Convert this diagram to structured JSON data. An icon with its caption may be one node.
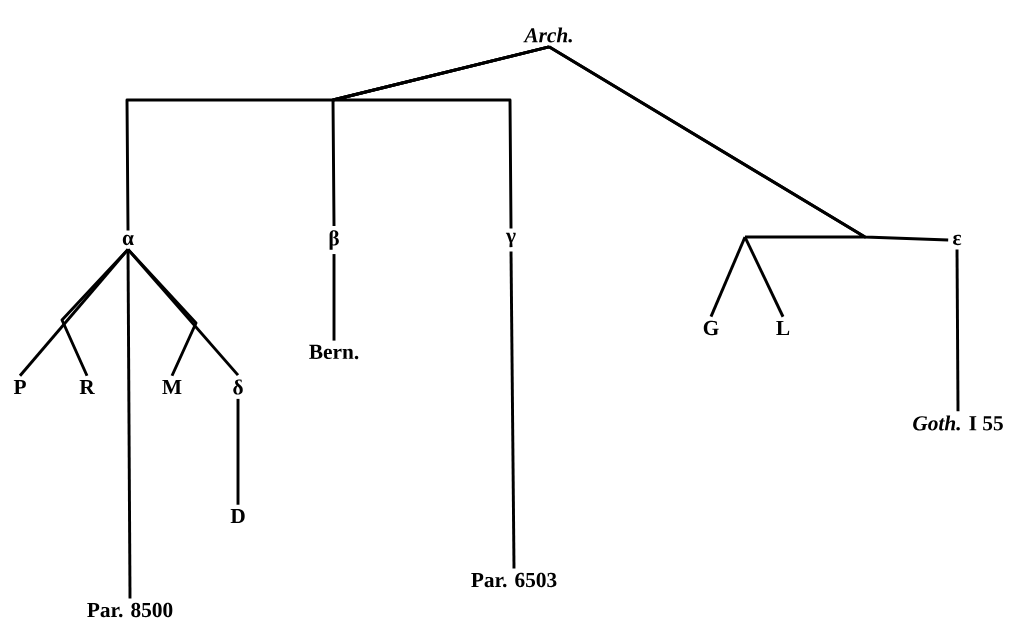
{
  "diagram": {
    "nodes": [
      {
        "text": [
          "Arch."
        ]
      },
      {
        "text": [
          "α"
        ]
      },
      {
        "text": [
          "β"
        ]
      },
      {
        "text": [
          "γ"
        ]
      },
      {
        "text": [
          "ε"
        ]
      },
      {
        "text": [
          "P"
        ]
      },
      {
        "text": [
          "R"
        ]
      },
      {
        "text": [
          "M"
        ]
      },
      {
        "text": [
          "δ"
        ]
      },
      {
        "text": [
          "Bern."
        ]
      },
      {
        "text": [
          "G"
        ]
      },
      {
        "text": [
          "L"
        ]
      },
      {
        "text": [
          "Par. 8500"
        ]
      },
      {
        "text": [
          "D"
        ]
      },
      {
        "text": [
          "Par. 6503"
        ]
      },
      {
        "text": [
          "*Goth.* I 55"
        ]
      }
    ],
    "edges": [
      {
        "from": 0,
        "to": 1,
        "arrow": "none"
      },
      {
        "from": 0,
        "to": 2,
        "arrow": "none"
      },
      {
        "from": 0,
        "to": 3,
        "arrow": "none"
      },
      {
        "from": 0,
        "to": 10,
        "arrow": "none"
      },
      {
        "from": 0,
        "to": 11,
        "arrow": "none"
      },
      {
        "from": 0,
        "to": 4,
        "arrow": "none"
      },
      {
        "from": 1,
        "to": 5,
        "arrow": "none"
      },
      {
        "from": 1,
        "to": 6,
        "arrow": "none"
      },
      {
        "from": 1,
        "to": 7,
        "arrow": "none"
      },
      {
        "from": 1,
        "to": 8,
        "arrow": "none"
      },
      {
        "from": 1,
        "to": 12,
        "arrow": "none"
      },
      {
        "from": 2,
        "to": 9,
        "arrow": "none"
      },
      {
        "from": 3,
        "to": 14,
        "arrow": "none"
      },
      {
        "from": 8,
        "to": 13,
        "arrow": "none"
      },
      {
        "from": 4,
        "to": 15,
        "arrow": "none"
      }
    ]
  }
}
